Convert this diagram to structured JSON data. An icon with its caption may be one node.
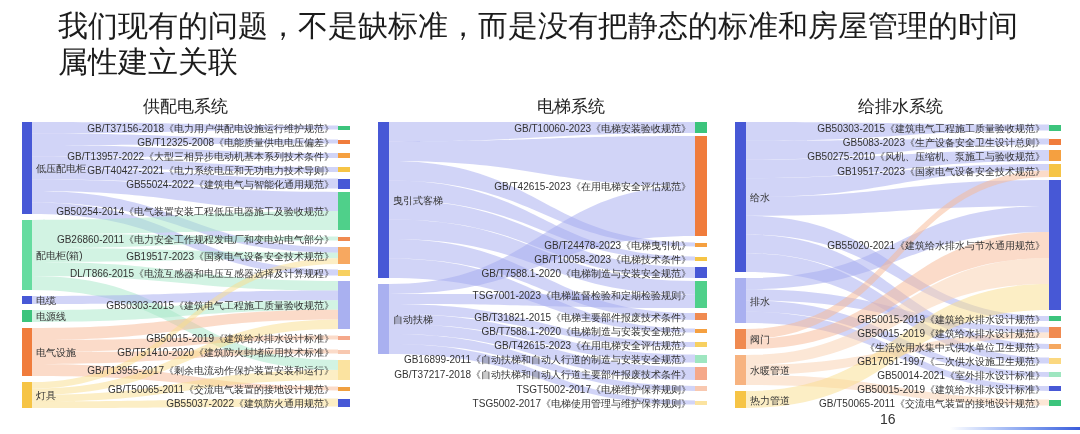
{
  "diagram": {
    "title": "我们现有的问题，不是缺标准，而是没有把静态的标准和房屋管理的时间属性建立关联",
    "nodes": [
      {
        "text": [
          "低压配电柜"
        ]
      },
      {
        "text": [
          "配电柜(箱)"
        ]
      },
      {
        "text": [
          "电缆"
        ]
      },
      {
        "text": [
          "电源线"
        ]
      },
      {
        "text": [
          "电气设施"
        ]
      },
      {
        "text": [
          "灯具"
        ]
      },
      {
        "text": [
          "GB/T37156-2018《电力用户供配电设施运行维护规范》"
        ]
      },
      {
        "text": [
          "GB/T12325-2008《电能质量供电电压偏差》"
        ]
      },
      {
        "text": [
          "GB/T13957-2022《大型三相异步电动机基本系列技术条件》"
        ]
      },
      {
        "text": [
          "GB/T40427-2021《电力系统电压和无功电力技术导则》"
        ]
      },
      {
        "text": [
          "GB55024-2022《建筑电气与智能化通用规范》"
        ]
      },
      {
        "text": [
          "GB50254-2014《电气装置安装工程低压电器施工及验收规范》"
        ]
      },
      {
        "text": [
          "GB26860-2011《电力安全工作规程发电厂和变电站电气部分》"
        ]
      },
      {
        "text": [
          "GB19517-2023《国家电气设备安全技术规范》"
        ]
      },
      {
        "text": [
          "DL/T866-2015《电流互感器和电压互感器选择及计算规程》"
        ]
      },
      {
        "text": [
          "GB50303-2015《建筑电气工程施工质量验收规范》"
        ]
      },
      {
        "text": [
          "GB50015-2019《建筑给水排水设计标准》"
        ]
      },
      {
        "text": [
          "GB/T51410-2020《建筑防火封堵应用技术标准》"
        ]
      },
      {
        "text": [
          "GB/T13955-2017《剩余电流动作保护装置安装和运行》"
        ]
      },
      {
        "text": [
          "GB/T50065-2011《交流电气装置的接地设计规范》"
        ]
      },
      {
        "text": [
          "GB55037-2022《建筑防火通用规范》"
        ]
      },
      {
        "text": [
          "曳引式客梯"
        ]
      },
      {
        "text": [
          "自动扶梯"
        ]
      },
      {
        "text": [
          "GB/T10060-2023《电梯安装验收规范》"
        ]
      },
      {
        "text": [
          "GB/T42615-2023《在用电梯安全评估规范》"
        ]
      },
      {
        "text": [
          "GB/T24478-2023《电梯曳引机》"
        ]
      },
      {
        "text": [
          "GB/T10058-2023《电梯技术条件》"
        ]
      },
      {
        "text": [
          "GB/T7588.1-2020《电梯制造与安装安全规范》"
        ]
      },
      {
        "text": [
          "TSG7001-2023《电梯监督检验和定期检验规则》"
        ]
      },
      {
        "text": [
          "GB/T31821-2015《电梯主要部件报废技术条件》"
        ]
      },
      {
        "text": [
          "GB/T7588.1-2020《电梯制造与安装安全规范》"
        ]
      },
      {
        "text": [
          "GB/T42615-2023《在用电梯安全评估规范》"
        ]
      },
      {
        "text": [
          "GB16899-2011《自动扶梯和自动人行道的制造与安装安全规范》"
        ]
      },
      {
        "text": [
          "GB/T37217-2018《自动扶梯和自动人行道主要部件报废技术条件》"
        ]
      },
      {
        "text": [
          "TSGT5002-2017《电梯维护保养规则》"
        ]
      },
      {
        "text": [
          "TSG5002-2017《电梯使用管理与维护保养规则》"
        ]
      },
      {
        "text": [
          "给水"
        ]
      },
      {
        "text": [
          "排水"
        ]
      },
      {
        "text": [
          "阀门"
        ]
      },
      {
        "text": [
          "水暖管道"
        ]
      },
      {
        "text": [
          "热力管道"
        ]
      },
      {
        "text": [
          "GB50303-2015《建筑电气工程施工质量验收规范》"
        ]
      },
      {
        "text": [
          "GB5083-2023《生产设备安全卫生设计总则》"
        ]
      },
      {
        "text": [
          "GB50275-2010《风机、压缩机、泵施工与验收规范》"
        ]
      },
      {
        "text": [
          "GB19517-2023《国家电气设备安全技术规范》"
        ]
      },
      {
        "text": [
          "GB55020-2021《建筑给水排水与节水通用规范》"
        ]
      },
      {
        "text": [
          "GB50015-2019《建筑给水排水设计规范》"
        ]
      },
      {
        "text": [
          "GB50015-2019《建筑给水排水设计规范》"
        ]
      },
      {
        "text": [
          "《生活饮用水集中式供水单位卫生规范》"
        ]
      },
      {
        "text": [
          "GB17051-1997《二次供水设施卫生规范》"
        ]
      },
      {
        "text": [
          "GB50014-2021《室外排水设计标准》"
        ]
      },
      {
        "text": [
          "GB50015-2019《建筑给水排水设计标准》"
        ]
      },
      {
        "text": [
          "GB/T50065-2011《交流电气装置的接地设计规范》"
        ]
      }
    ],
    "edges": [
      {
        "from": 0,
        "to": 6,
        "arrow": "none"
      },
      {
        "from": 0,
        "to": 7,
        "arrow": "none"
      },
      {
        "from": 0,
        "to": 8,
        "arrow": "none"
      },
      {
        "from": 0,
        "to": 9,
        "arrow": "none"
      },
      {
        "from": 0,
        "to": 10,
        "arrow": "none"
      },
      {
        "from": 0,
        "to": 11,
        "arrow": "none"
      },
      {
        "from": 0,
        "to": 13,
        "arrow": "none"
      },
      {
        "from": 0,
        "to": 14,
        "arrow": "none"
      },
      {
        "from": 1,
        "to": 11,
        "arrow": "none",
        "color": "#a6e8c8"
      },
      {
        "from": 1,
        "to": 12,
        "arrow": "none",
        "color": "#a6e8c8"
      },
      {
        "from": 1,
        "to": 13,
        "arrow": "none",
        "color": "#a6e8c8"
      },
      {
        "from": 1,
        "to": 15,
        "arrow": "none",
        "color": "#a6e8c8"
      },
      {
        "from": 1,
        "to": 18,
        "arrow": "none",
        "color": "#a6e8c8"
      },
      {
        "from": 2,
        "to": 15,
        "arrow": "none"
      },
      {
        "from": 3,
        "to": 15,
        "arrow": "none",
        "color": "#a6e8c8"
      },
      {
        "from": 4,
        "to": 15,
        "arrow": "none",
        "color": "#f7b894"
      },
      {
        "from": 4,
        "to": 16,
        "arrow": "none",
        "color": "#f7b894"
      },
      {
        "from": 4,
        "to": 17,
        "arrow": "none",
        "color": "#f7b894"
      },
      {
        "from": 4,
        "to": 19,
        "arrow": "none",
        "color": "#f7b894"
      },
      {
        "from": 5,
        "to": 13,
        "arrow": "none",
        "color": "#fadd8c"
      },
      {
        "from": 5,
        "to": 15,
        "arrow": "none",
        "color": "#fadd8c"
      },
      {
        "from": 5,
        "to": 18,
        "arrow": "none",
        "color": "#fadd8c"
      },
      {
        "from": 5,
        "to": 20,
        "arrow": "none",
        "color": "#fadd8c"
      },
      {
        "from": 21,
        "to": 23,
        "arrow": "none"
      },
      {
        "from": 21,
        "to": 24,
        "arrow": "none"
      },
      {
        "from": 21,
        "to": 25,
        "arrow": "none"
      },
      {
        "from": 21,
        "to": 26,
        "arrow": "none"
      },
      {
        "from": 21,
        "to": 27,
        "arrow": "none"
      },
      {
        "from": 21,
        "to": 28,
        "arrow": "none"
      },
      {
        "from": 21,
        "to": 29,
        "arrow": "none"
      },
      {
        "from": 21,
        "to": 30,
        "arrow": "none"
      },
      {
        "from": 22,
        "to": 24,
        "arrow": "none"
      },
      {
        "from": 22,
        "to": 28,
        "arrow": "none"
      },
      {
        "from": 22,
        "to": 31,
        "arrow": "none"
      },
      {
        "from": 22,
        "to": 32,
        "arrow": "none"
      },
      {
        "from": 22,
        "to": 33,
        "arrow": "none"
      },
      {
        "from": 22,
        "to": 34,
        "arrow": "none"
      },
      {
        "from": 22,
        "to": 35,
        "arrow": "none"
      },
      {
        "from": 36,
        "to": 41,
        "arrow": "none"
      },
      {
        "from": 36,
        "to": 42,
        "arrow": "none"
      },
      {
        "from": 36,
        "to": 43,
        "arrow": "none"
      },
      {
        "from": 36,
        "to": 44,
        "arrow": "none"
      },
      {
        "from": 36,
        "to": 45,
        "arrow": "none"
      },
      {
        "from": 36,
        "to": 46,
        "arrow": "none"
      },
      {
        "from": 36,
        "to": 48,
        "arrow": "none"
      },
      {
        "from": 36,
        "to": 49,
        "arrow": "none"
      },
      {
        "from": 37,
        "to": 45,
        "arrow": "none"
      },
      {
        "from": 37,
        "to": 47,
        "arrow": "none"
      },
      {
        "from": 37,
        "to": 50,
        "arrow": "none"
      },
      {
        "from": 37,
        "to": 51,
        "arrow": "none"
      },
      {
        "from": 38,
        "to": 44,
        "arrow": "none",
        "color": "#f7b894"
      },
      {
        "from": 38,
        "to": 45,
        "arrow": "none",
        "color": "#f7b894"
      },
      {
        "from": 39,
        "to": 45,
        "arrow": "none",
        "color": "#f9cfae"
      },
      {
        "from": 39,
        "to": 47,
        "arrow": "none",
        "color": "#f9cfae"
      },
      {
        "from": 39,
        "to": 52,
        "arrow": "none",
        "color": "#f9cfae"
      },
      {
        "from": 40,
        "to": 45,
        "arrow": "none",
        "color": "#fadd8c"
      }
    ],
    "labels": [
      "供配电系统",
      "电梯系统",
      "给排水系统",
      "16"
    ]
  }
}
